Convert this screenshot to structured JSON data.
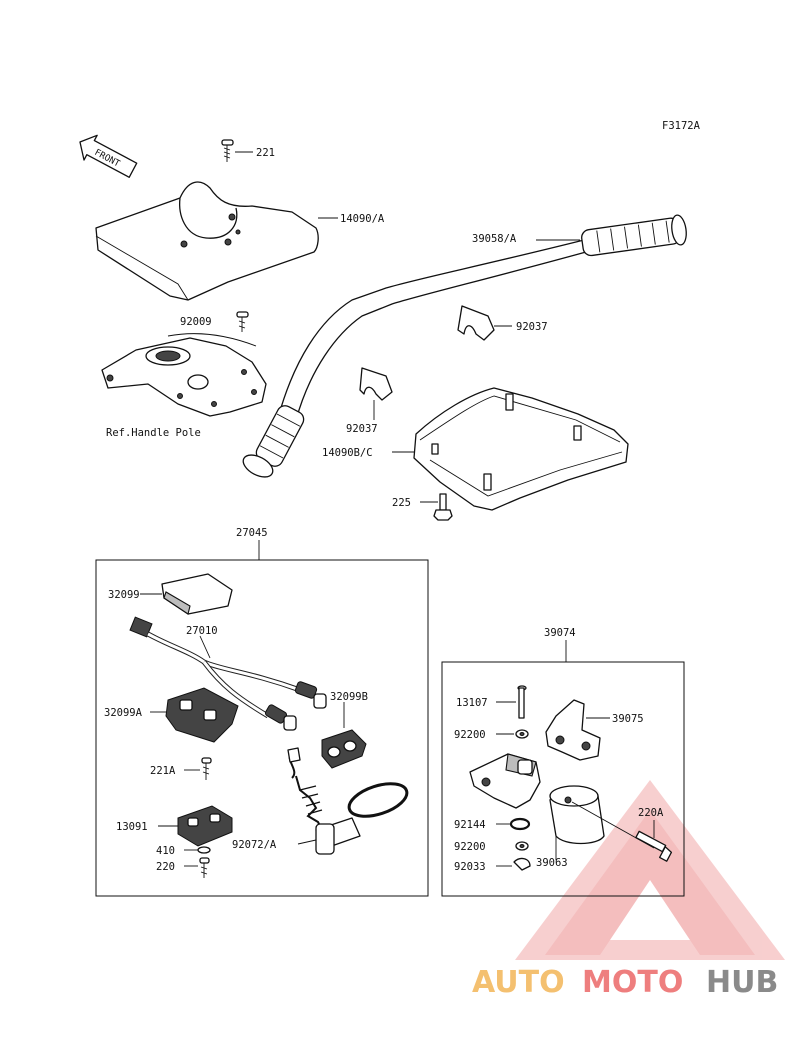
{
  "diagram": {
    "code": "F3172A",
    "front_label": "FRONT",
    "ref_label": "Ref.Handle Pole",
    "parts": {
      "p221": "221",
      "p14090A": "14090/A",
      "p39058A": "39058/A",
      "p92009": "92009",
      "p92037a": "92037",
      "p92037b": "92037",
      "p14090BC": "14090B/C",
      "p225": "225",
      "p27045": "27045",
      "p32099": "32099",
      "p27010": "27010",
      "p32099A": "32099A",
      "p32099B": "32099B",
      "p221A": "221A",
      "p13091": "13091",
      "p410": "410",
      "p220": "220",
      "p92072A": "92072/A",
      "p39074": "39074",
      "p13107": "13107",
      "p39075": "39075",
      "p92200a": "92200",
      "p220A": "220A",
      "p92144": "92144",
      "p92200b": "92200",
      "p39063": "39063",
      "p92033": "92033"
    }
  },
  "watermark": {
    "part1": "AUTO",
    "part2": "MOTO",
    "part3": "HUB",
    "color_light": "#f4c070",
    "color_mid": "#ee7e7e",
    "color_dark": "#8a8a8a"
  }
}
